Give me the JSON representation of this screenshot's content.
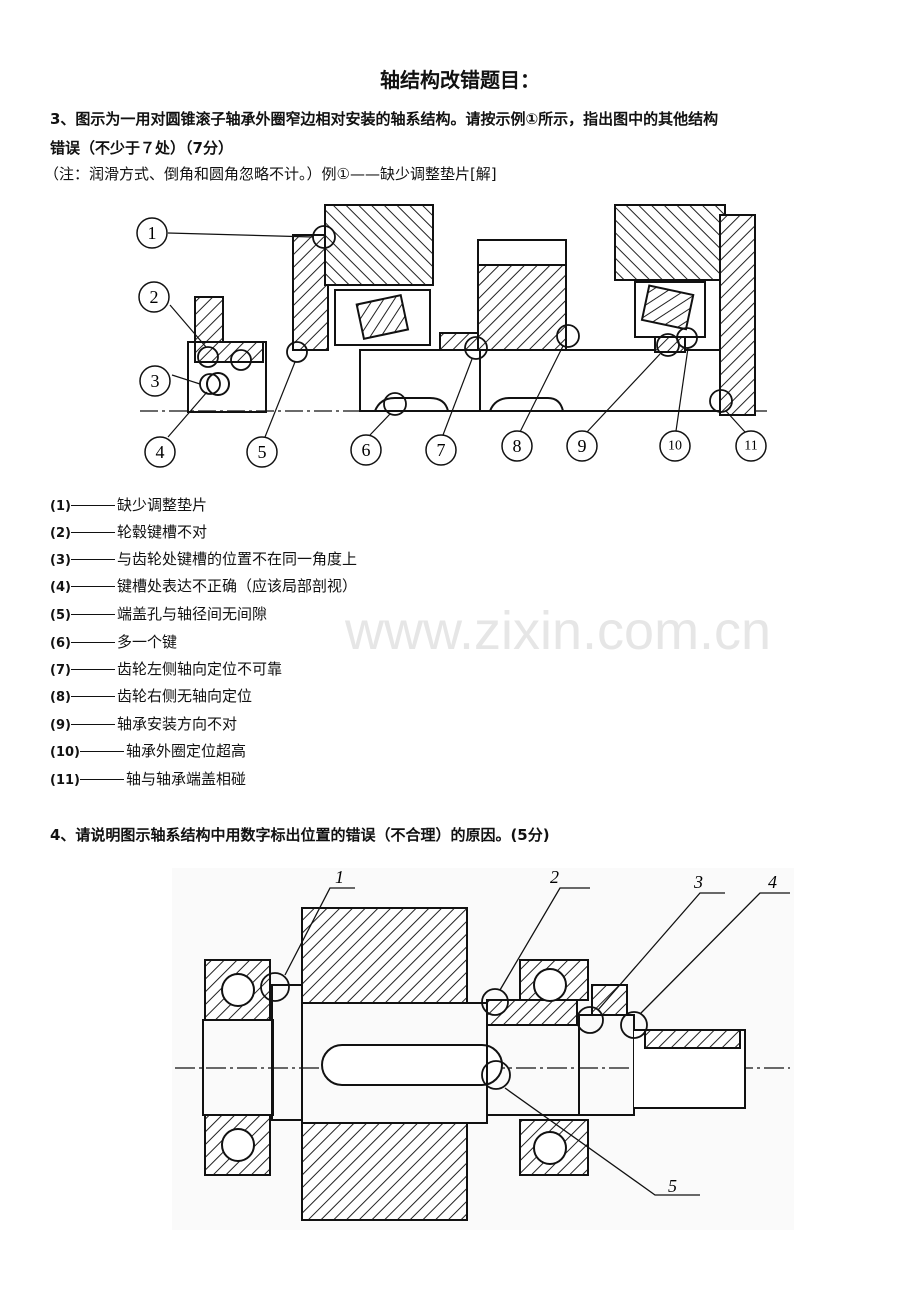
{
  "title": "轴结构改错题目：",
  "q3": {
    "line1": "3、图示为一用对圆锥滚子轴承外圈窄边相对安装的轴系结构。请按示例①所示，指出图中的其他结构",
    "line2": "错误（不少于７处）（7分）",
    "line3": "（注：润滑方式、倒角和圆角忽略不计。）例①——缺少调整垫片[解]",
    "diagram_labels": [
      "1",
      "2",
      "3",
      "4",
      "5",
      "6",
      "7",
      "8",
      "9",
      "10",
      "11"
    ],
    "answers": [
      {
        "num": "(1)",
        "text": "缺少调整垫片"
      },
      {
        "num": "(2)",
        "text": "轮毂键槽不对"
      },
      {
        "num": "(3)",
        "text": "与齿轮处键槽的位置不在同一角度上"
      },
      {
        "num": "(4)",
        "text": "键槽处表达不正确（应该局部剖视）"
      },
      {
        "num": "(5)",
        "text": "端盖孔与轴径间无间隙"
      },
      {
        "num": "(6)",
        "text": "多一个键"
      },
      {
        "num": "(7)",
        "text": "齿轮左侧轴向定位不可靠"
      },
      {
        "num": "(8)",
        "text": "齿轮右侧无轴向定位"
      },
      {
        "num": "(9)",
        "text": "轴承安装方向不对"
      },
      {
        "num": "(10)",
        "text": "轴承外圈定位超高"
      },
      {
        "num": "(11)",
        "text": "轴与轴承端盖相碰"
      }
    ]
  },
  "watermark": "www.zixin.com.cn",
  "q4": {
    "text": "4、请说明图示轴系结构中用数字标出位置的错误（不合理）的原因。(5分)",
    "diagram_labels": [
      "1",
      "2",
      "3",
      "4",
      "5"
    ]
  }
}
